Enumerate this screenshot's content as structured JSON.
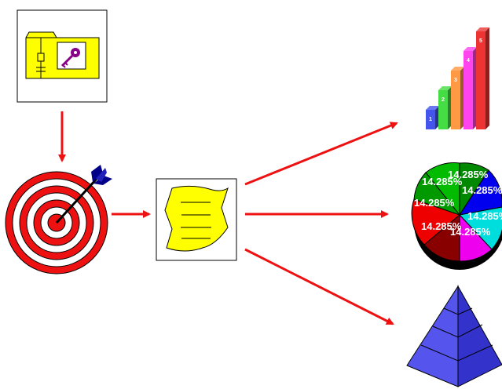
{
  "nodes": {
    "source": {
      "icon": "folder-key-icon"
    },
    "target": {
      "icon": "target-dart-icon"
    },
    "document": {
      "icon": "document-icon"
    },
    "bar_chart": {
      "icon": "bar-chart-icon",
      "bar_labels": [
        "1",
        "2",
        "3",
        "4",
        "5"
      ]
    },
    "pie_chart": {
      "icon": "pie-chart-icon",
      "slice_label": "14.285%"
    },
    "pyramid": {
      "icon": "pyramid-icon"
    }
  },
  "colors": {
    "arrow": "#ee1111",
    "folder": "#ffff00",
    "key": "#880088",
    "target_red": "#ee1111",
    "dart": "#000088",
    "document": "#ffff00",
    "pyramid": "#5555ee",
    "bars": [
      "#4455ee",
      "#44dd44",
      "#ff9944",
      "#ff44ee",
      "#ee3333"
    ],
    "pie": [
      "#00aa00",
      "#0000ee",
      "#00dddd",
      "#ee00ee",
      "#880000",
      "#ee0000",
      "#009900"
    ]
  },
  "chart_data": {
    "type": "bar",
    "categories": [
      "1",
      "2",
      "3",
      "4",
      "5"
    ],
    "values": [
      1,
      2,
      3,
      4,
      5
    ]
  }
}
